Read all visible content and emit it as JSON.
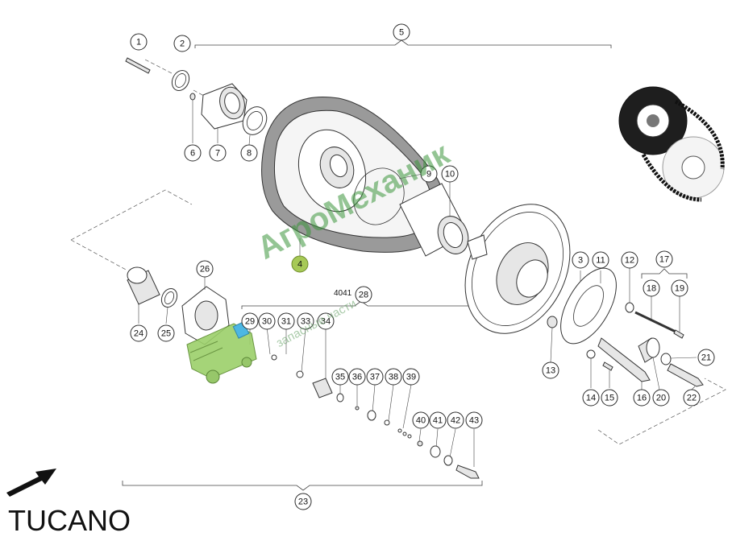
{
  "model": "TUCANO",
  "watermark": {
    "brand": "АгроМеханик",
    "tagline": "запасные части"
  },
  "assembly_code": "4041",
  "callouts": [
    "1",
    "2",
    "3",
    "4",
    "5",
    "6",
    "7",
    "8",
    "9",
    "10",
    "11",
    "12",
    "13",
    "14",
    "15",
    "16",
    "17",
    "18",
    "19",
    "20",
    "21",
    "22",
    "23",
    "24",
    "25",
    "26",
    "28",
    "29",
    "30",
    "31",
    "33",
    "34",
    "35",
    "36",
    "37",
    "38",
    "39",
    "40",
    "41",
    "42",
    "43"
  ],
  "highlighted": [
    "4"
  ],
  "colors": {
    "highlight": "#a6c956",
    "watermark": "#3c963c"
  },
  "icons": [
    "direction-arrow-icon",
    "drive-overview-icon",
    "combine-harvester-logo"
  ]
}
